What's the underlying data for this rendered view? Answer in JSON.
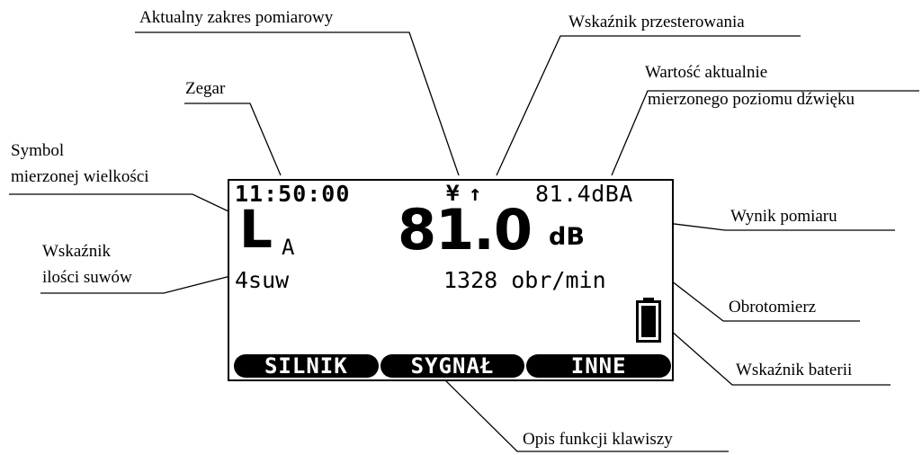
{
  "labels": {
    "range": "Aktualny zakres pomiarowy",
    "overload": "Wskaźnik przesterowania",
    "current_level_line1": "Wartość aktualnie",
    "current_level_line2": "mierzonego poziomu dźwięku",
    "clock": "Zegar",
    "symbol_line1": "Symbol",
    "symbol_line2": "mierzonej wielkości",
    "result": "Wynik pomiaru",
    "strokes_line1": "Wskaźnik",
    "strokes_line2": "ilości suwów",
    "tachometer": "Obrotomierz",
    "battery": "Wskaźnik baterii",
    "keys": "Opis funkcji klawiszy"
  },
  "lcd": {
    "clock": "11:50:00",
    "range_icon": "¥",
    "overload_icon": "↑",
    "current_level": "81.4dBA",
    "quantity_letter": "L",
    "quantity_sub": "A",
    "result_value": "81.0",
    "result_unit": "dB",
    "strokes": "4suw",
    "rpm": "1328 obr/min",
    "battery_level": 1.0,
    "softkeys": [
      "SILNIK",
      "SYGNAŁ",
      "INNE"
    ]
  },
  "icons": {
    "range": "double-chevron-down-icon",
    "overload": "up-arrow-icon",
    "battery": "battery-icon"
  }
}
